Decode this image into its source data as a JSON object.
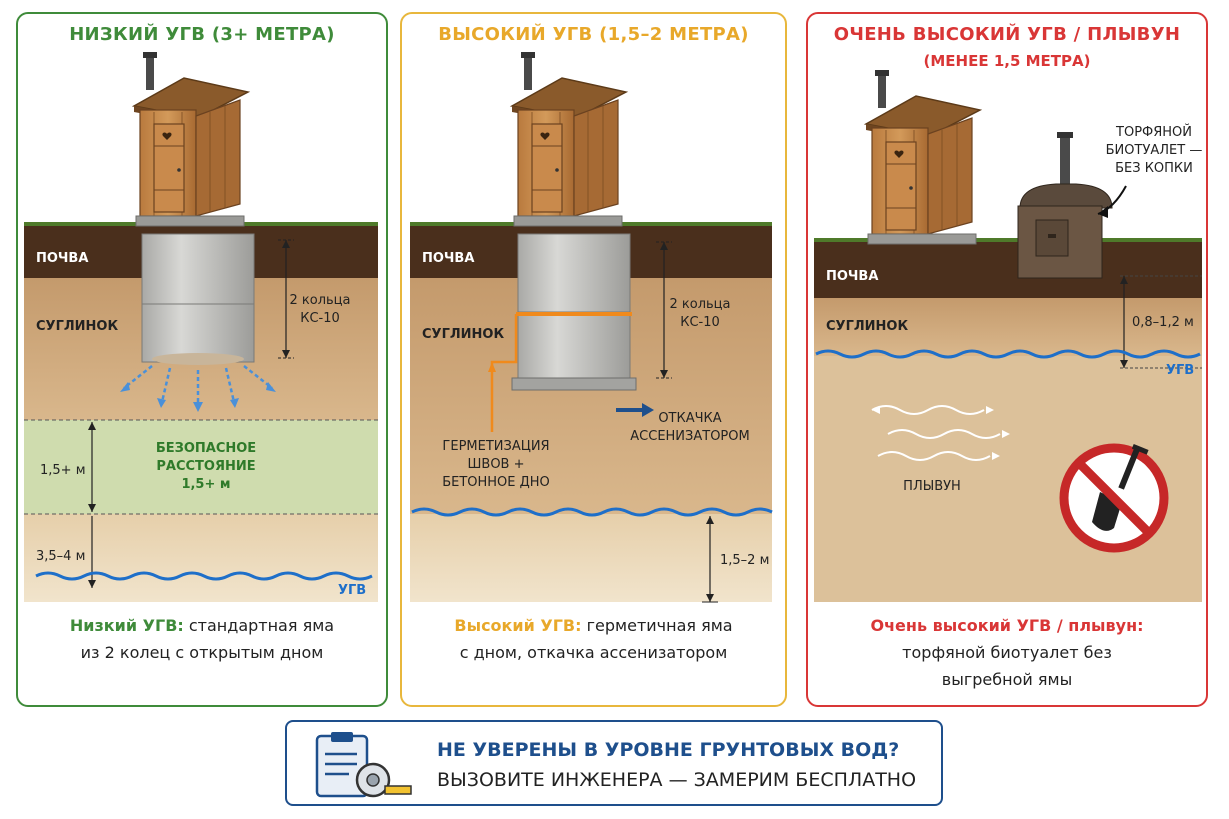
{
  "colors": {
    "low": "#3f8b3a",
    "high": "#e8b73c",
    "very_high": "#d93636",
    "water": "#1e6fc9",
    "seal": "#f08a1c",
    "cta": "#1e4f8c"
  },
  "panels": [
    {
      "title": "НИЗКИЙ УГВ (3+ МЕТРА)",
      "labels": {
        "soil": "ПОЧВА",
        "loam": "СУГЛИНОК",
        "rings_1": "2 кольца",
        "rings_2": "КС-10",
        "safe_1": "БЕЗОПАСНОЕ",
        "safe_2": "РАССТОЯНИЕ",
        "safe_3": "1,5+ м",
        "dist_a": "1,5+ м",
        "dist_b": "3,5–4 м",
        "ugv": "УГВ"
      },
      "caption_bold": "Низкий УГВ:",
      "caption_rest": " стандартная яма",
      "caption_line2": "из 2 колец с открытым дном"
    },
    {
      "title": "ВЫСОКИЙ УГВ (1,5–2 МЕТРА)",
      "labels": {
        "soil": "ПОЧВА",
        "loam": "СУГЛИНОК",
        "rings_1": "2 кольца",
        "rings_2": "КС-10",
        "seal_1": "ГЕРМЕТИЗАЦИЯ",
        "seal_2": "ШВОВ +",
        "seal_3": "БЕТОННОЕ ДНО",
        "pump_1": "ОТКАЧКА",
        "pump_2": "АССЕНИЗАТОРОМ",
        "dist": "1,5–2 м"
      },
      "caption_bold": "Высокий УГВ:",
      "caption_rest": " герметичная яма",
      "caption_line2": "с дном, откачка ассенизатором"
    },
    {
      "title": "ОЧЕНЬ ВЫСОКИЙ УГВ / ПЛЫВУН",
      "subtitle": "(МЕНЕЕ 1,5 МЕТРА)",
      "labels": {
        "soil": "ПОЧВА",
        "loam": "СУГЛИНОК",
        "peat_1": "ТОРФЯНОЙ",
        "peat_2": "БИОТУАЛЕТ —",
        "peat_3": "БЕЗ КОПКИ",
        "dist": "0,8–1,2 м",
        "ugv": "УГВ",
        "quicksand": "ПЛЫВУН"
      },
      "caption_line1": "Очень высокий УГВ / плывун:",
      "caption_line2": "торфяной биотуалет без",
      "caption_line3": "выгребной ямы"
    }
  ],
  "cta": {
    "question": "НЕ УВЕРЕНЫ В УРОВНЕ ГРУНТОВЫХ ВОД?",
    "action": "ВЫЗОВИТЕ ИНЖЕНЕРА — ЗАМЕРИМ БЕСПЛАТНО"
  },
  "icons": [
    "clipboard-icon",
    "tape-measure-icon",
    "no-digging-icon",
    "shovel-icon",
    "heart-icon"
  ]
}
